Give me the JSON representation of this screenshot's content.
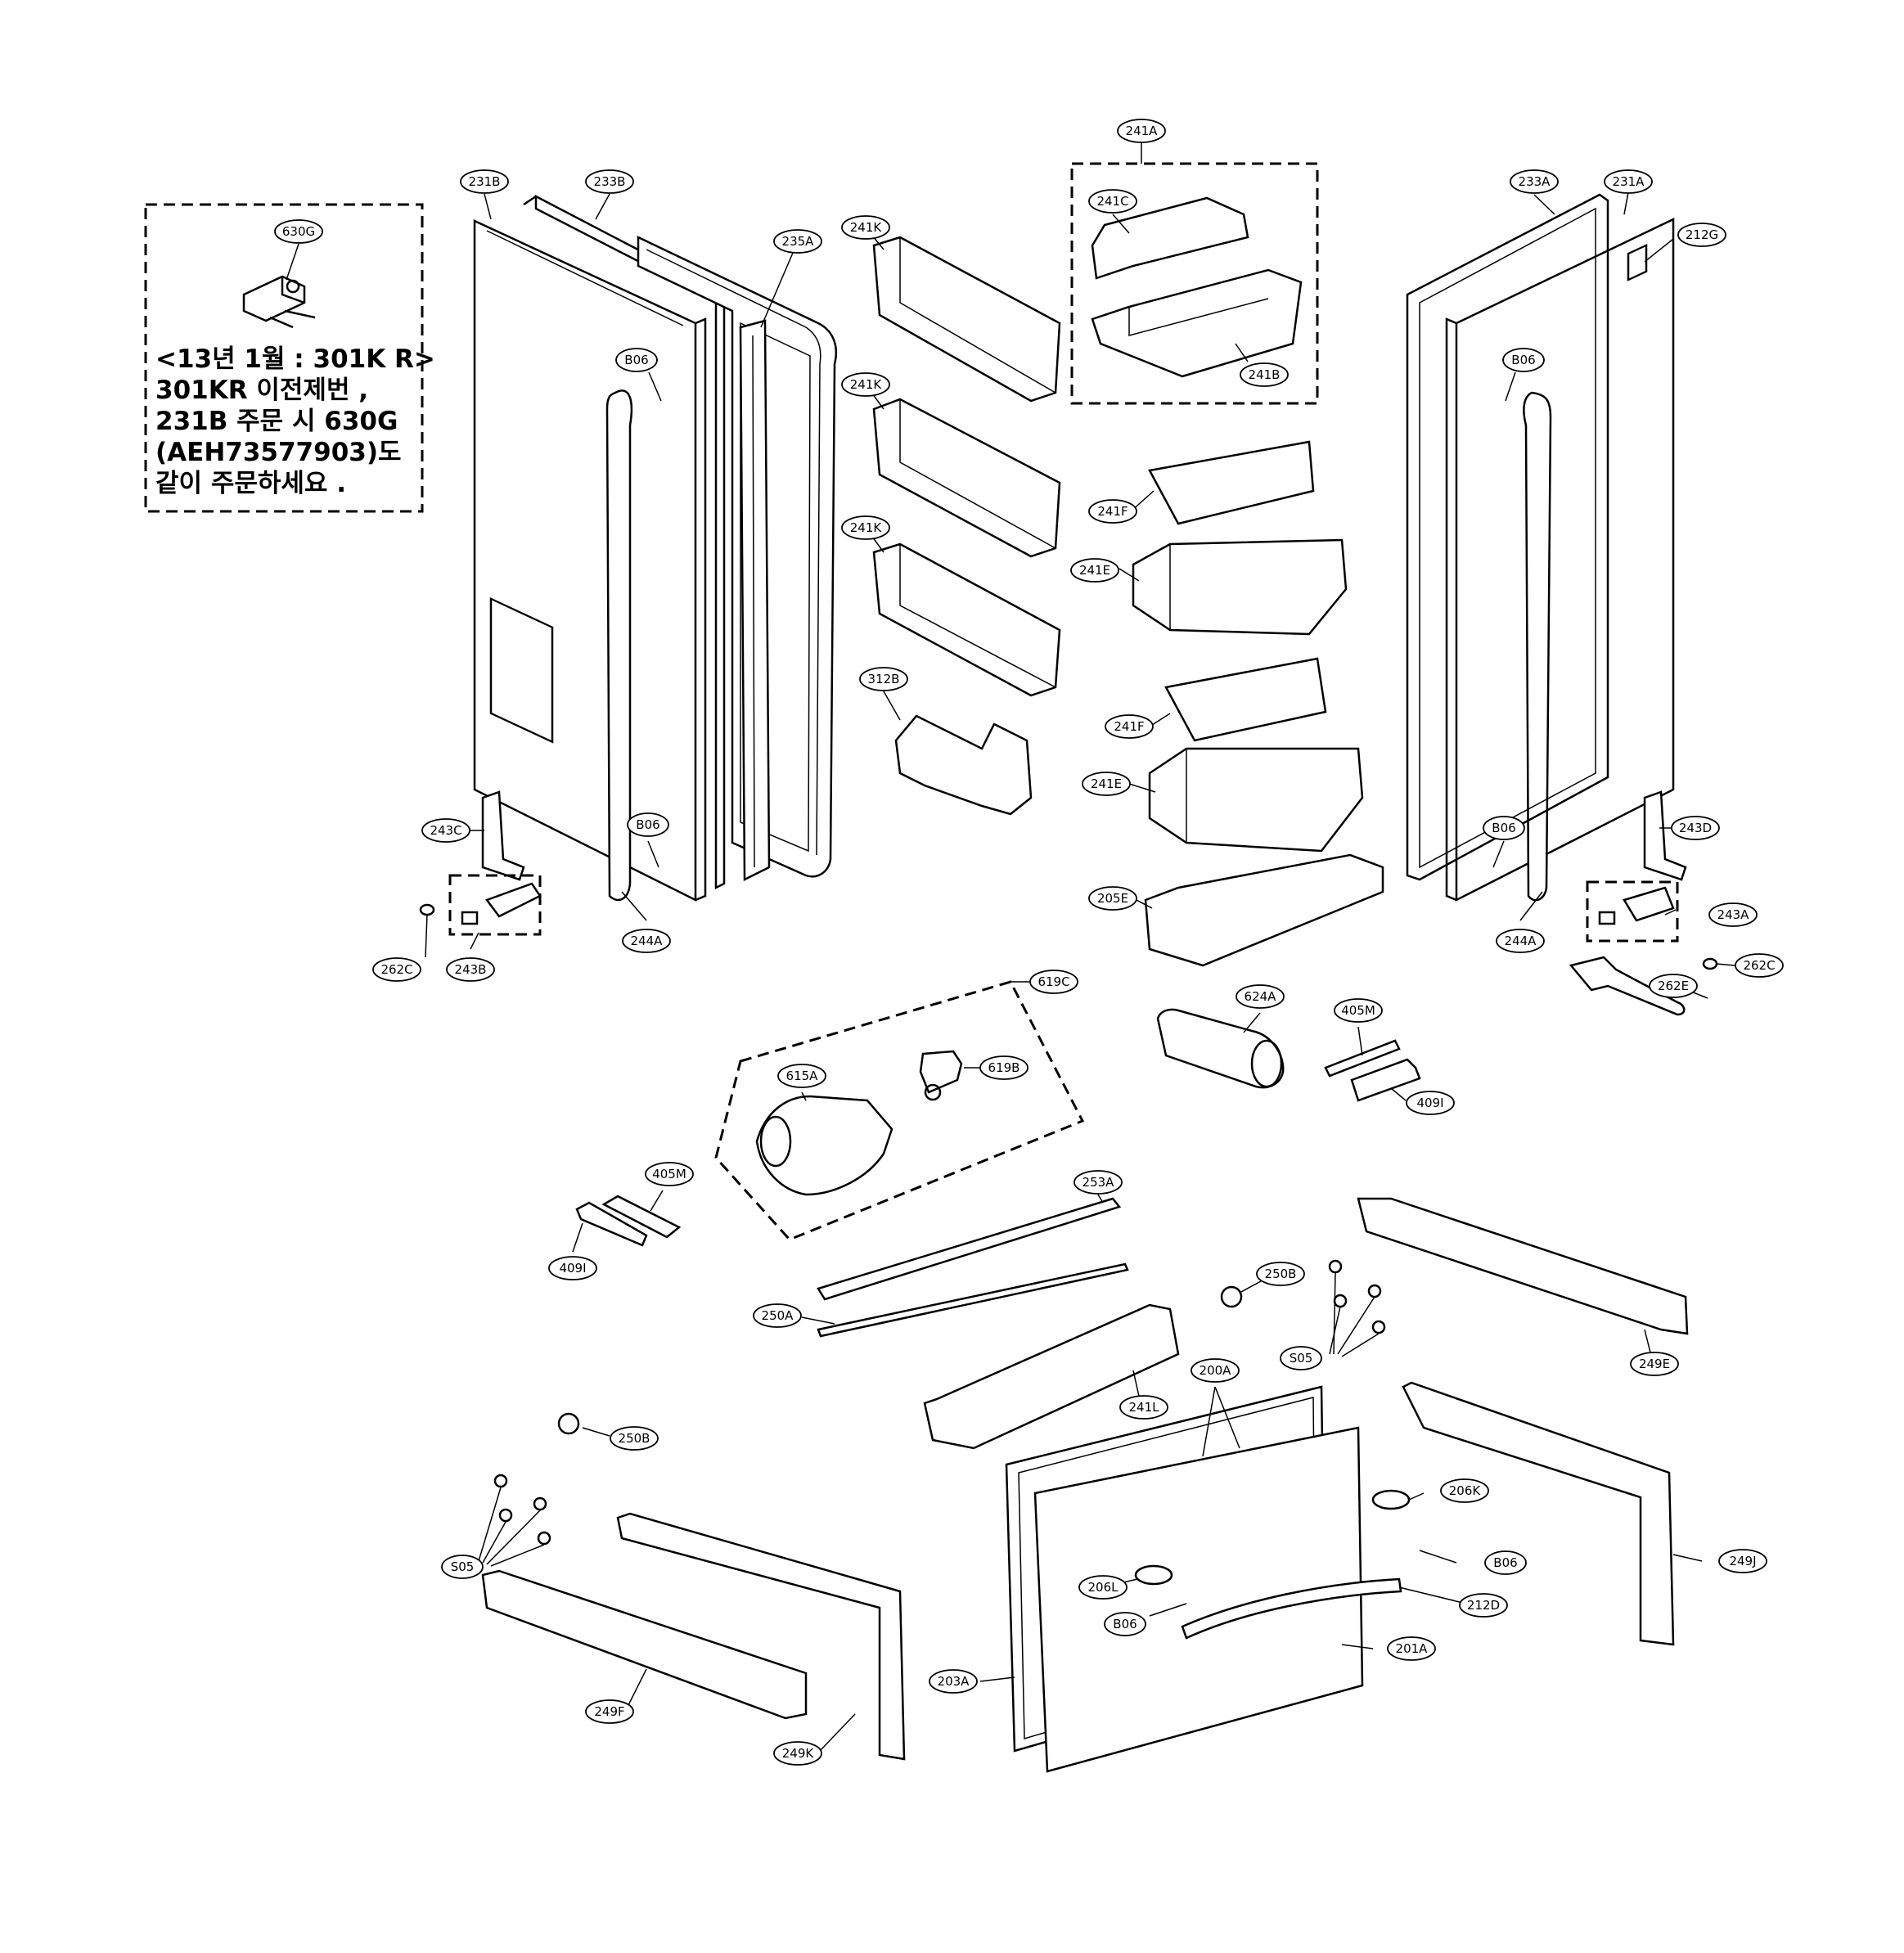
{
  "note": {
    "part": "630G",
    "lines": [
      "<13년 1월 : 301K R>",
      "301KR 이전제번 ,",
      "231B 주문 시 630G",
      "(AEH73577903)도",
      "같이 주문하세요 ."
    ]
  },
  "labels": {
    "l630G": "630G",
    "l231B": "231B",
    "l233B": "233B",
    "l235A": "235A",
    "l241K_1": "241K",
    "l241K_2": "241K",
    "l241K_3": "241K",
    "l241A": "241A",
    "l241C": "241C",
    "l241B": "241B",
    "l233A": "233A",
    "l231A": "231A",
    "l212G": "212G",
    "l241F_1": "241F",
    "l241E_1": "241E",
    "l241F_2": "241F",
    "l241E_2": "241E",
    "l205E": "205E",
    "l312B": "312B",
    "lB06_1": "B06",
    "lB06_2": "B06",
    "lB06_3": "B06",
    "lB06_4": "B06",
    "lB06_5": "B06",
    "lB06_6": "B06",
    "l243C": "243C",
    "l243B": "243B",
    "l262C_1": "262C",
    "l244A_1": "244A",
    "l243D": "243D",
    "l243A": "243A",
    "l244A_2": "244A",
    "l262E": "262E",
    "l262C_2": "262C",
    "l619C": "619C",
    "l615A": "615A",
    "l619B": "619B",
    "l624A": "624A",
    "l405M_1": "405M",
    "l409I_1": "409I",
    "l405M_2": "405M",
    "l409I_2": "409I",
    "l253A": "253A",
    "l250A": "250A",
    "l250B_1": "250B",
    "l250B_2": "250B",
    "lS05_1": "S05",
    "lS05_2": "S05",
    "l249E": "249E",
    "l241L": "241L",
    "l200A": "200A",
    "l206K": "206K",
    "l206L": "206L",
    "l212D": "212D",
    "l249J": "249J",
    "l201A": "201A",
    "l203A": "203A",
    "l249F": "249F",
    "l249K": "249K"
  }
}
